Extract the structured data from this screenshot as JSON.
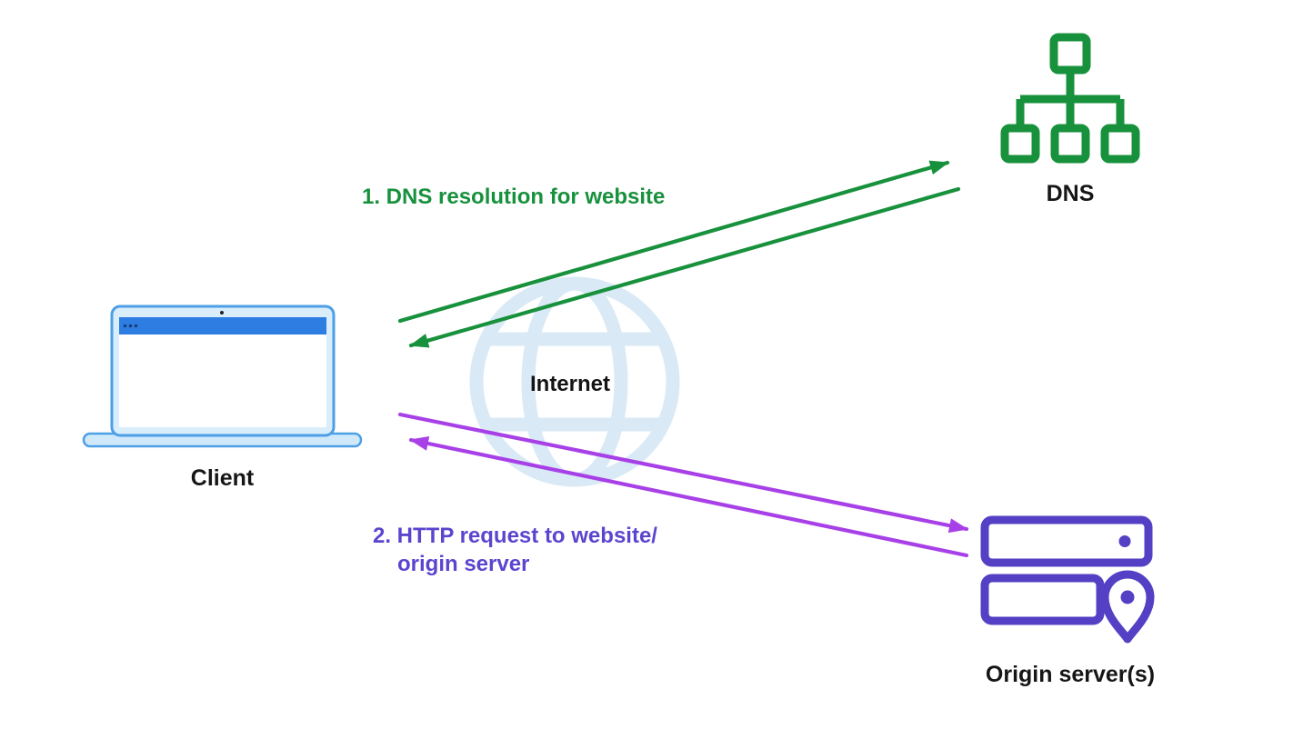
{
  "diagram": {
    "nodes": {
      "client": {
        "label": "Client"
      },
      "dns": {
        "label": "DNS"
      },
      "internet": {
        "label": "Internet"
      },
      "origin": {
        "label": "Origin server(s)"
      }
    },
    "flows": {
      "dns_resolution": {
        "label": "1. DNS resolution for website"
      },
      "http_request": {
        "label_line1": "2. HTTP request to website/",
        "label_line2": "origin server"
      }
    },
    "colors": {
      "green_accent": "#18913d",
      "purple_arrow": "#a840e8",
      "purple_text": "#5b45cf",
      "indigo_server": "#5340c4",
      "globe_blue": "#d9eaf6",
      "laptop_outline": "#4d9fe6",
      "laptop_fill": "#d9edfb",
      "laptop_bar": "#2e7de2",
      "text_dark": "#161616"
    }
  }
}
